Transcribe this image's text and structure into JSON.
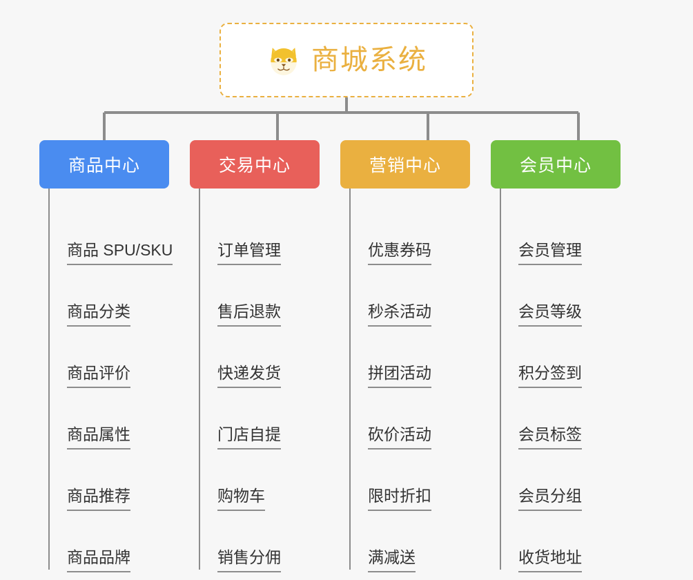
{
  "canvas": {
    "background_color": "#f7f7f7"
  },
  "root": {
    "title": "商城系统",
    "icon": "shiba-dog-face-icon",
    "text_color": "#eab040",
    "border_color": "#eab040",
    "background_color": "#ffffff"
  },
  "connector": {
    "color": "#8c8c8c"
  },
  "branches": [
    {
      "title": "商品中心",
      "color": "#4a8cf0",
      "items": [
        "商品 SPU/SKU",
        "商品分类",
        "商品评价",
        "商品属性",
        "商品推荐",
        "商品品牌"
      ]
    },
    {
      "title": "交易中心",
      "color": "#e8605a",
      "items": [
        "订单管理",
        "售后退款",
        "快递发货",
        "门店自提",
        "购物车",
        "销售分佣"
      ]
    },
    {
      "title": "营销中心",
      "color": "#eab040",
      "items": [
        "优惠券码",
        "秒杀活动",
        "拼团活动",
        "砍价活动",
        "限时折扣",
        "满减送"
      ]
    },
    {
      "title": "会员中心",
      "color": "#72c042",
      "items": [
        "会员管理",
        "会员等级",
        "积分签到",
        "会员标签",
        "会员分组",
        "收货地址"
      ]
    }
  ]
}
